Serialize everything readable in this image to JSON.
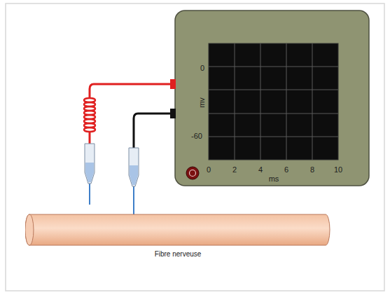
{
  "diagram": {
    "nodes": [
      {
        "text": [
          "Fibre nerveuse"
        ]
      }
    ],
    "labels": [
      "0",
      "mv",
      "-60",
      "0",
      "2",
      "4",
      "6",
      "8",
      "10",
      "ms"
    ]
  }
}
